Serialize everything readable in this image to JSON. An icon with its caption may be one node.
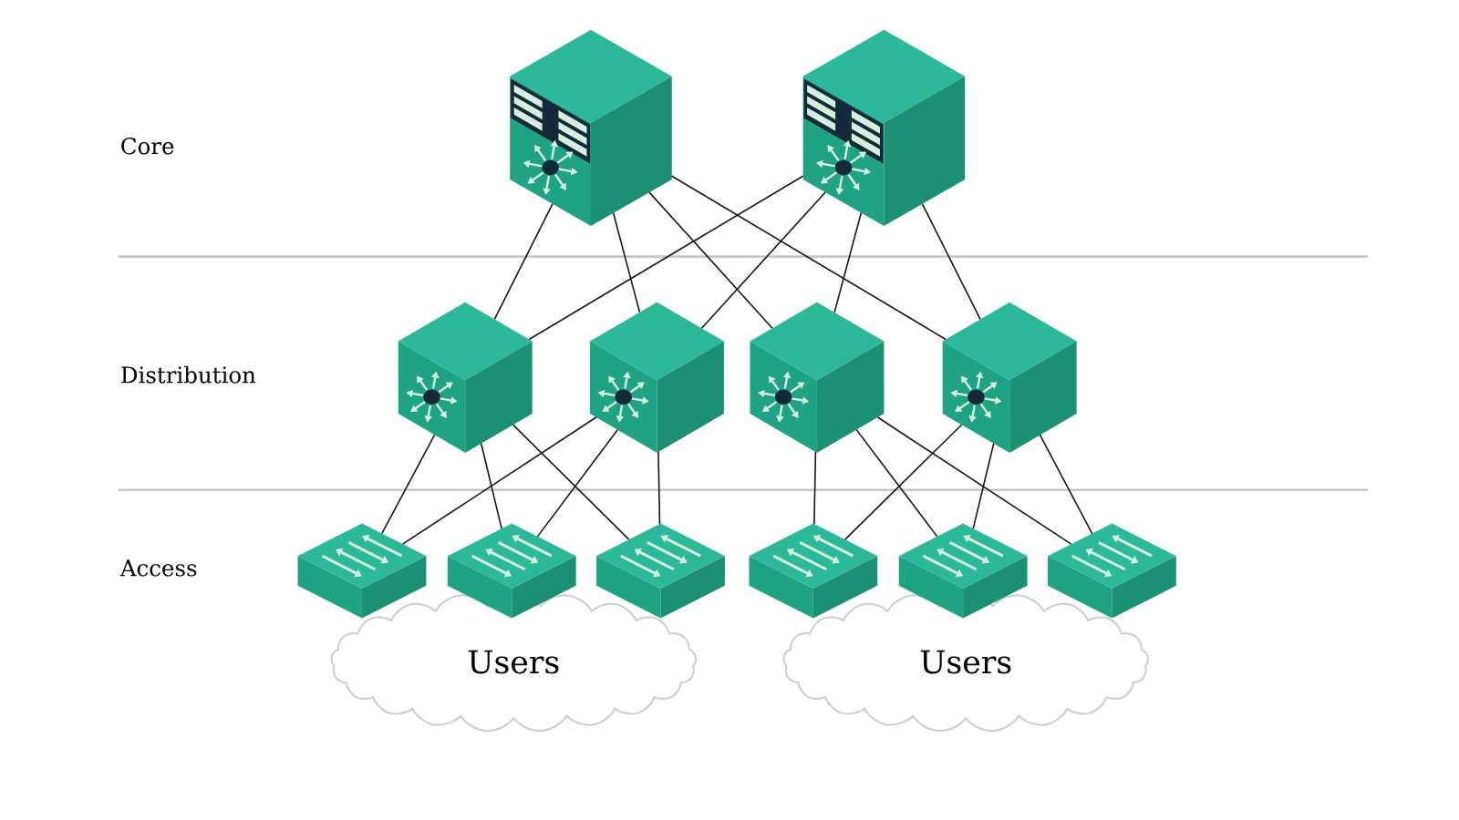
{
  "diagram": {
    "nodes": [
      {
        "text": [],
        "shape": "picture"
      },
      {
        "text": [],
        "shape": "picture"
      },
      {
        "text": [],
        "shape": "picture"
      },
      {
        "text": [],
        "shape": "picture"
      },
      {
        "text": [],
        "shape": "picture"
      },
      {
        "text": [],
        "shape": "picture"
      },
      {
        "text": [],
        "shape": "picture"
      },
      {
        "text": [],
        "shape": "picture"
      },
      {
        "text": [],
        "shape": "picture"
      },
      {
        "text": [],
        "shape": "picture"
      },
      {
        "text": [],
        "shape": "picture"
      },
      {
        "text": [],
        "shape": "picture"
      },
      {
        "text": [
          "Users"
        ]
      },
      {
        "text": [
          "Users"
        ]
      }
    ],
    "edges": [
      {
        "from": 0,
        "to": 2,
        "arrow": "none"
      },
      {
        "from": 0,
        "to": 3,
        "arrow": "none"
      },
      {
        "from": 0,
        "to": 4,
        "arrow": "none"
      },
      {
        "from": 0,
        "to": 5,
        "arrow": "none"
      },
      {
        "from": 1,
        "to": 2,
        "arrow": "none"
      },
      {
        "from": 1,
        "to": 3,
        "arrow": "none"
      },
      {
        "from": 1,
        "to": 4,
        "arrow": "none"
      },
      {
        "from": 1,
        "to": 5,
        "arrow": "none"
      },
      {
        "from": 2,
        "to": 6,
        "arrow": "none"
      },
      {
        "from": 2,
        "to": 7,
        "arrow": "none"
      },
      {
        "from": 2,
        "to": 8,
        "arrow": "none"
      },
      {
        "from": 3,
        "to": 6,
        "arrow": "none"
      },
      {
        "from": 3,
        "to": 7,
        "arrow": "none"
      },
      {
        "from": 3,
        "to": 8,
        "arrow": "none"
      },
      {
        "from": 4,
        "to": 9,
        "arrow": "none"
      },
      {
        "from": 4,
        "to": 10,
        "arrow": "none"
      },
      {
        "from": 4,
        "to": 11,
        "arrow": "none"
      },
      {
        "from": 5,
        "to": 9,
        "arrow": "none"
      },
      {
        "from": 5,
        "to": 10,
        "arrow": "none"
      },
      {
        "from": 5,
        "to": 11,
        "arrow": "none"
      }
    ],
    "labels": [
      "Core",
      "Distribution",
      "Access"
    ]
  }
}
